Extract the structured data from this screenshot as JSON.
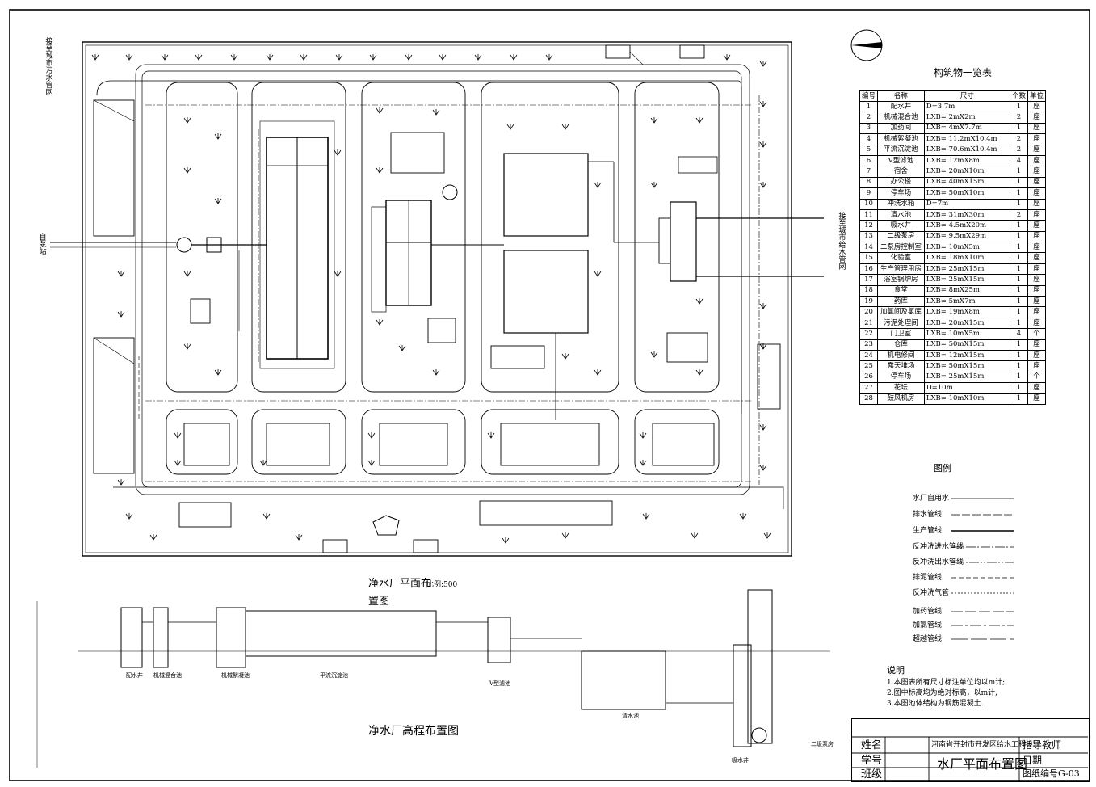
{
  "plan": {
    "title": "净水厂平面布",
    "title_line2": "置图",
    "scale": "比例:500",
    "left_sewer_label": "接至城市污水管网",
    "left_inlet_label": "自泵站",
    "right_supply_label": "接至城市给水管网"
  },
  "profile": {
    "title": "净水厂高程布置图",
    "labels": [
      "配水井",
      "机械混合池",
      "机械絮凝池",
      "平流沉淀池",
      "V型滤池",
      "清水池",
      "吸水井",
      "二级泵房"
    ]
  },
  "structures_table": {
    "title": "构筑物一览表",
    "headers": [
      "编号",
      "名称",
      "尺寸",
      "个数",
      "单位"
    ],
    "rows": [
      [
        "1",
        "配水井",
        "D=3.7m",
        "1",
        "座"
      ],
      [
        "2",
        "机械混合池",
        "LXB= 2mX2m",
        "2",
        "座"
      ],
      [
        "3",
        "加药间",
        "LXB= 4mX7.7m",
        "1",
        "座"
      ],
      [
        "4",
        "机械絮凝池",
        "LXB= 11.2mX10.4m",
        "2",
        "座"
      ],
      [
        "5",
        "平流沉淀池",
        "LXB= 70.6mX10.4m",
        "2",
        "座"
      ],
      [
        "6",
        "V型滤池",
        "LXB= 12mX8m",
        "4",
        "座"
      ],
      [
        "7",
        "宿舍",
        "LXB= 20mX10m",
        "1",
        "座"
      ],
      [
        "8",
        "办公楼",
        "LXB= 40mX15m",
        "1",
        "座"
      ],
      [
        "9",
        "停车场",
        "LXB= 50mX10m",
        "1",
        "座"
      ],
      [
        "10",
        "冲洗水箱",
        "D=7m",
        "1",
        "座"
      ],
      [
        "11",
        "清水池",
        "LXB= 31mX30m",
        "2",
        "座"
      ],
      [
        "12",
        "吸水井",
        "LXB= 4.5mX20m",
        "1",
        "座"
      ],
      [
        "13",
        "二级泵房",
        "LXB= 9.5mX29m",
        "1",
        "座"
      ],
      [
        "14",
        "二泵房控制室",
        "LXB= 10mX5m",
        "1",
        "座"
      ],
      [
        "15",
        "化验室",
        "LXB= 18mX10m",
        "1",
        "座"
      ],
      [
        "16",
        "生产管理用房",
        "LXB= 25mX15m",
        "1",
        "座"
      ],
      [
        "17",
        "浴室锅炉房",
        "LXB= 25mX15m",
        "1",
        "座"
      ],
      [
        "18",
        "食堂",
        "LXB= 8mX25m",
        "1",
        "座"
      ],
      [
        "19",
        "药库",
        "LXB= 5mX7m",
        "1",
        "座"
      ],
      [
        "20",
        "加氯间及氯库",
        "LXB= 19mX8m",
        "1",
        "座"
      ],
      [
        "21",
        "污泥处理间",
        "LXB= 20mX15m",
        "1",
        "座"
      ],
      [
        "22",
        "门卫室",
        "LXB= 10mX5m",
        "4",
        "个"
      ],
      [
        "23",
        "仓库",
        "LXB= 50mX15m",
        "1",
        "座"
      ],
      [
        "24",
        "机电修间",
        "LXB= 12mX15m",
        "1",
        "座"
      ],
      [
        "25",
        "露天堆场",
        "LXB= 50mX15m",
        "1",
        "座"
      ],
      [
        "26",
        "停车场",
        "LXB= 25mX15m",
        "1",
        "个"
      ],
      [
        "27",
        "花坛",
        "D=10m",
        "1",
        "座"
      ],
      [
        "28",
        "鼓风机房",
        "LXB= 10mX10m",
        "1",
        "座"
      ]
    ]
  },
  "legend": {
    "title": "图例",
    "items": [
      "水厂自用水",
      "排水管线",
      "生产管线",
      "反冲洗进水管线",
      "反冲洗出水管线",
      "排泥管线",
      "反冲洗气管",
      "加药管线",
      "加氯管线",
      "超越管线"
    ]
  },
  "notes": {
    "title": "说明",
    "items": [
      "1.本图表所有尺寸标注单位均以m计;",
      "2.图中标高均为绝对标高，以m计;",
      "3.本图池体结构为钢筋混凝土."
    ]
  },
  "title_block": {
    "name_label": "姓名",
    "id_label": "学号",
    "class_label": "班级",
    "project": "河南省开封市开发区给水工程设计",
    "advisor_label": "指导教师",
    "date_label": "日期",
    "drawing_title": "水厂平面布置图",
    "drawing_no": "图纸编号G-03"
  }
}
